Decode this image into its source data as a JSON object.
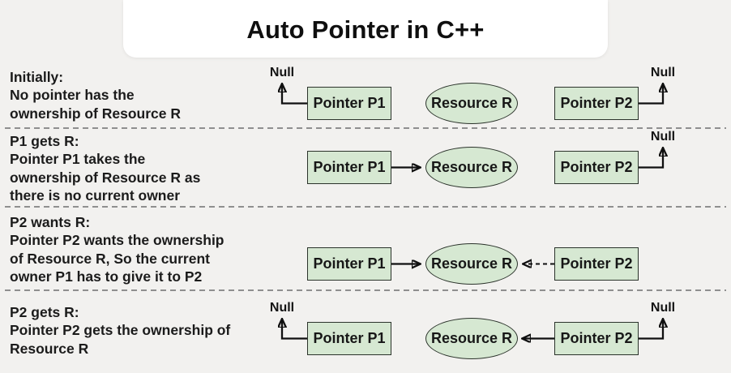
{
  "title": "Auto Pointer in C++",
  "labels": {
    "pointer_p1": "Pointer P1",
    "pointer_p2": "Pointer P2",
    "resource": "Resource R",
    "null": "Null"
  },
  "colors": {
    "background": "#f2f1ef",
    "title_card": "#ffffff",
    "node_fill": "#d6e8d2",
    "node_border": "#2b332b",
    "text": "#1b1b1b",
    "separator": "#8f8f8f",
    "arrow": "#101010"
  },
  "rows": [
    {
      "caption": "Initially:\nNo pointer has the\nownership of Resource R",
      "p1_points_to": "Null",
      "p2_points_to": "Null",
      "p1_arrow_style": "solid",
      "p2_arrow_style": "solid"
    },
    {
      "caption": "P1 gets R:\nPointer P1 takes the\nownership of Resource R as\nthere is no current owner",
      "p1_points_to": "Resource R",
      "p2_points_to": "Null",
      "p1_arrow_style": "solid",
      "p2_arrow_style": "solid"
    },
    {
      "caption": "P2 wants R:\nPointer P2 wants the ownership\nof Resource R, So the current\nowner P1 has to give it to P2",
      "p1_points_to": "Resource R",
      "p2_points_to": "Resource R",
      "p1_arrow_style": "solid",
      "p2_arrow_style": "dashed"
    },
    {
      "caption": "P2 gets R:\nPointer P2 gets the ownership of\nResource R",
      "p1_points_to": "Null",
      "p2_points_to": "Resource R",
      "p2_also_points_to": "Null",
      "p1_arrow_style": "solid",
      "p2_arrow_style": "solid"
    }
  ]
}
